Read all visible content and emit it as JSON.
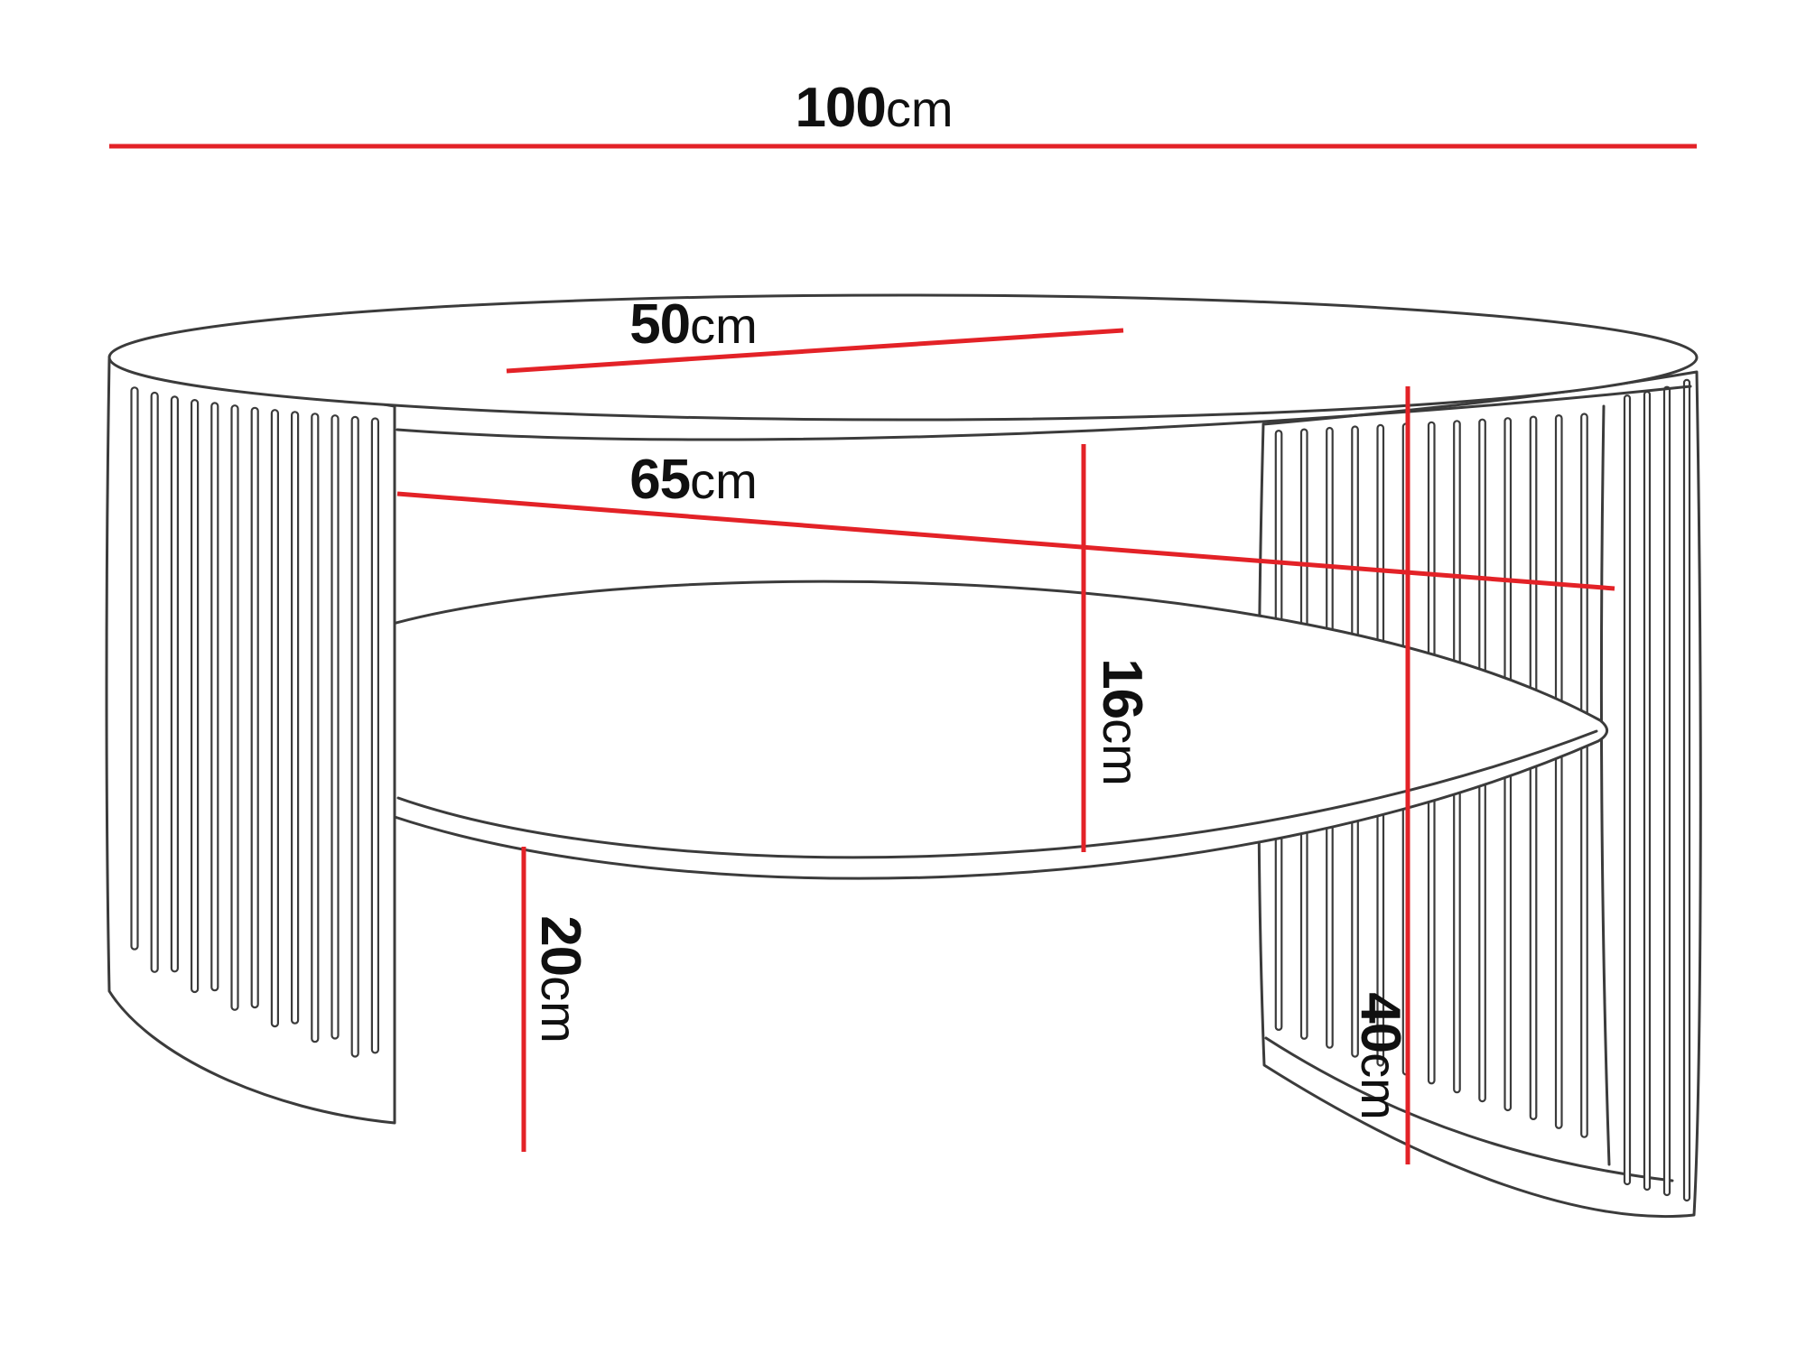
{
  "diagram": {
    "subject": "oval coffee table with fluted side panels and lower shelf",
    "dimensions": {
      "width": {
        "value": "100",
        "unit": "cm"
      },
      "depth": {
        "value": "50",
        "unit": "cm"
      },
      "inner_width": {
        "value": "65",
        "unit": "cm"
      },
      "shelf_gap": {
        "value": "16",
        "unit": "cm"
      },
      "clearance": {
        "value": "20",
        "unit": "cm"
      },
      "height": {
        "value": "40",
        "unit": "cm"
      }
    },
    "colors": {
      "dimension_line": "#e32227",
      "artwork_line": "#3b3b3b",
      "background": "#ffffff"
    }
  }
}
